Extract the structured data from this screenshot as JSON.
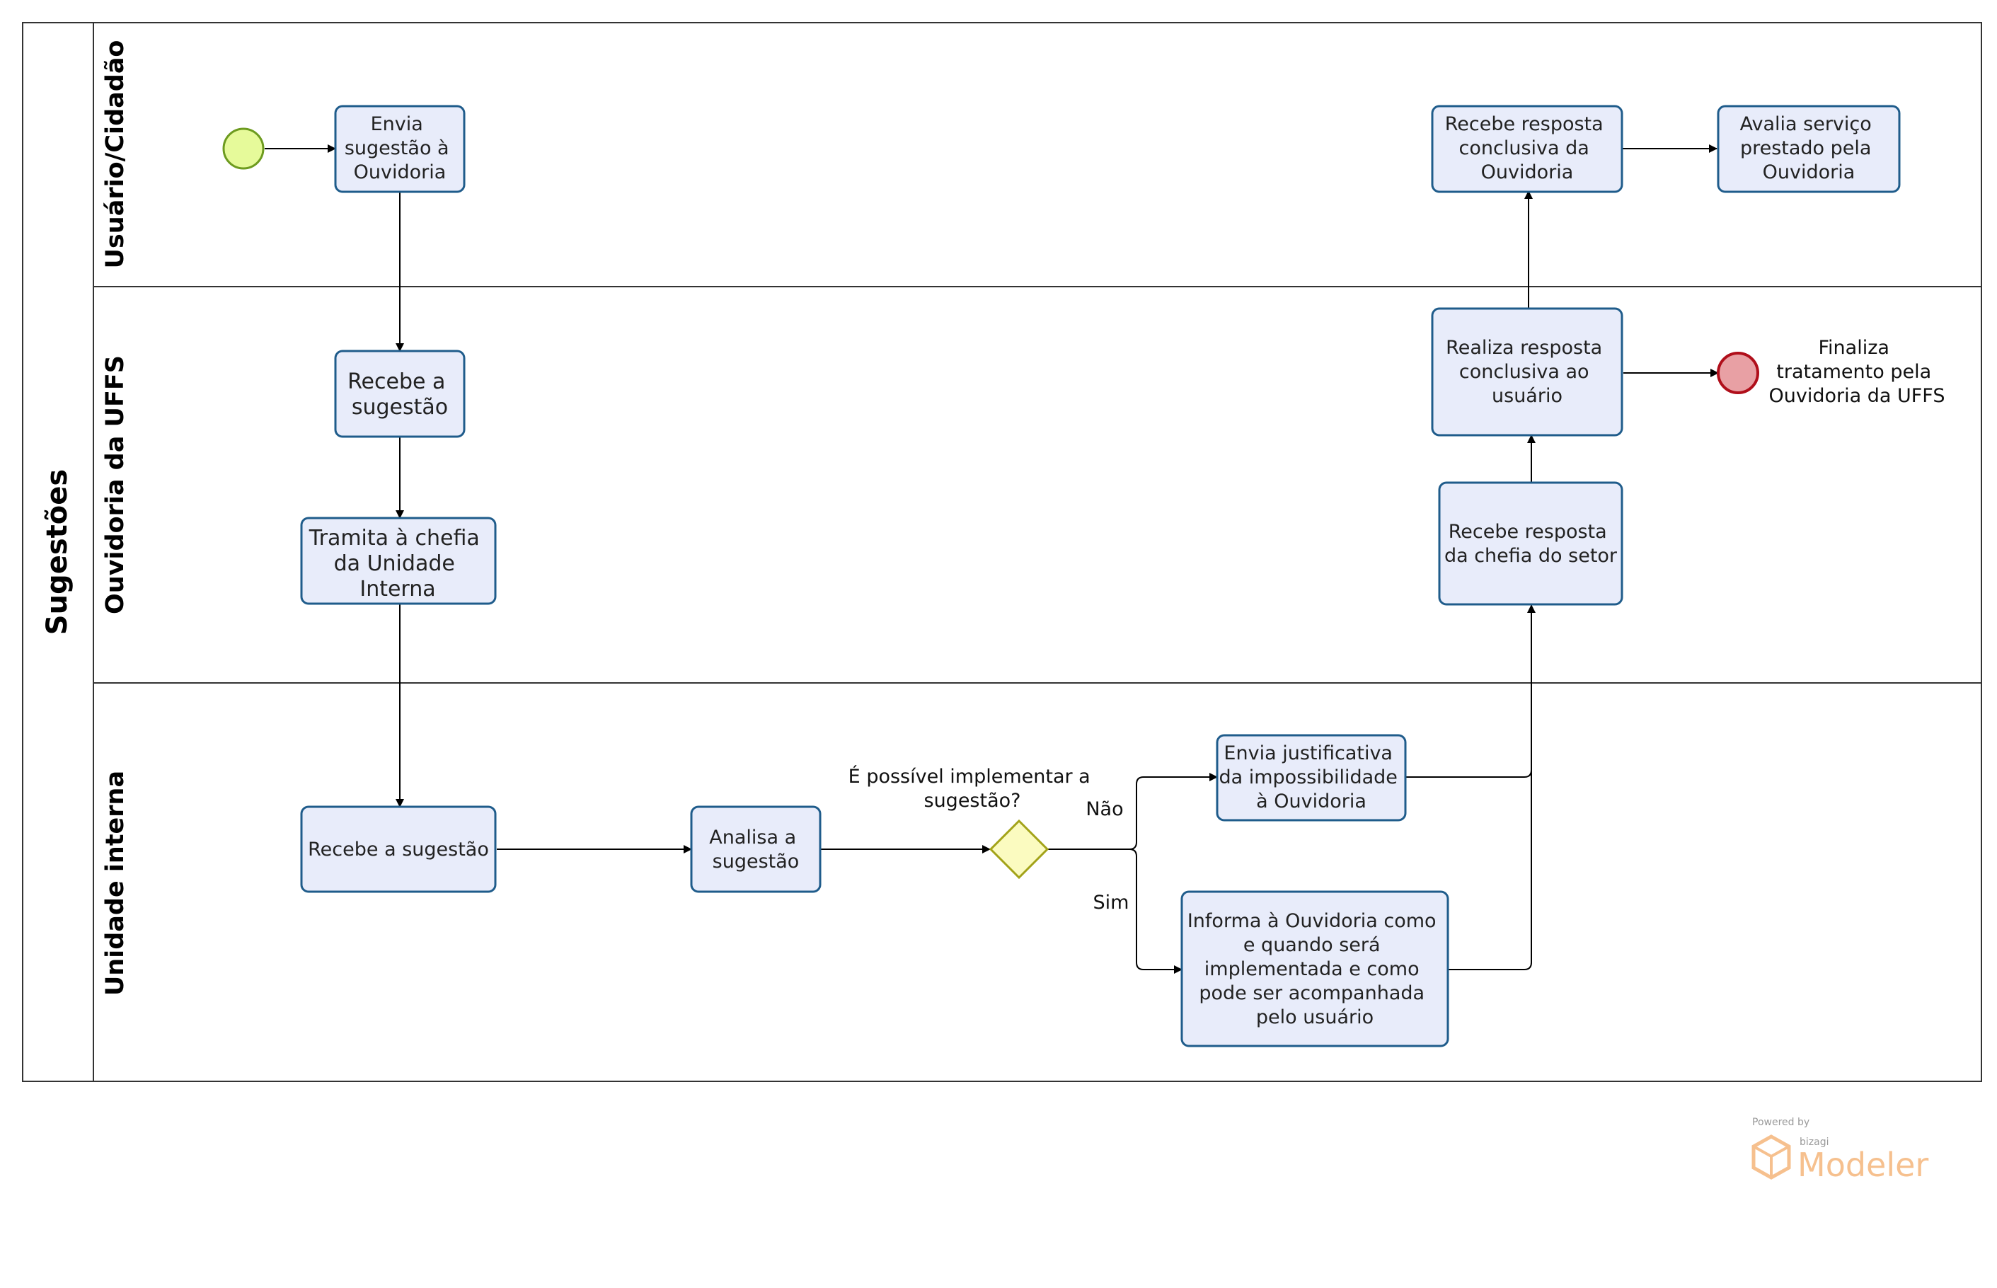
{
  "pool": {
    "title": "Sugestões"
  },
  "lanes": [
    {
      "id": "usuario",
      "title": "Usuário/Cidadão"
    },
    {
      "id": "ouvidoria",
      "title": "Ouvidoria da UFFS"
    },
    {
      "id": "unidade",
      "title": "Unidade interna"
    }
  ],
  "tasks": [
    {
      "id": "envia-sugestao",
      "lines": [
        "Envia",
        "sugestão à",
        "Ouvidoria"
      ]
    },
    {
      "id": "recebe-resposta-conclusiva",
      "lines": [
        "Recebe resposta",
        "conclusiva da",
        "Ouvidoria"
      ]
    },
    {
      "id": "avalia-servico",
      "lines": [
        "Avalia serviço",
        "prestado pela",
        "Ouvidoria"
      ]
    },
    {
      "id": "recebe-sugestao-ouvidoria",
      "lines": [
        "Recebe a",
        "sugestão"
      ]
    },
    {
      "id": "tramita-chefia",
      "lines": [
        "Tramita à chefia",
        "da Unidade",
        "Interna"
      ]
    },
    {
      "id": "realiza-resposta",
      "lines": [
        "Realiza resposta",
        "conclusiva ao",
        "usuário"
      ]
    },
    {
      "id": "recebe-resposta-chefia",
      "lines": [
        "Recebe resposta",
        "da chefia do setor"
      ]
    },
    {
      "id": "recebe-sugestao-unidade",
      "lines": [
        "Recebe a sugestão"
      ]
    },
    {
      "id": "analisa-sugestao",
      "lines": [
        "Analisa a",
        "sugestão"
      ]
    },
    {
      "id": "envia-justificativa",
      "lines": [
        "Envia justificativa",
        "da impossibilidade",
        "à Ouvidoria"
      ]
    },
    {
      "id": "informa-ouvidoria",
      "lines": [
        "Informa à Ouvidoria como",
        "e quando será",
        "implementada e como",
        "pode ser acompanhada",
        "pelo usuário"
      ]
    }
  ],
  "gateway": {
    "question_lines": [
      "É possível implementar a",
      "sugestão?"
    ]
  },
  "flow_labels": {
    "no": "Não",
    "yes": "Sim"
  },
  "end_event": {
    "label_lines": [
      "Finaliza",
      "tratamento pela",
      "Ouvidoria da UFFS"
    ]
  },
  "logo": {
    "powered_by": "Powered by",
    "brand": "bizagi",
    "product": "Modeler"
  },
  "colors": {
    "task_fill": "#e8ecfa",
    "task_stroke": "#1f5c8b",
    "start_fill": "#e6fa9a",
    "start_stroke": "#6d9b1f",
    "end_fill": "#e8a0a4",
    "end_stroke": "#b00e1a",
    "gateway_fill": "#fbfbc0",
    "gateway_stroke": "#a3a319",
    "logo": "#f6c08e"
  }
}
